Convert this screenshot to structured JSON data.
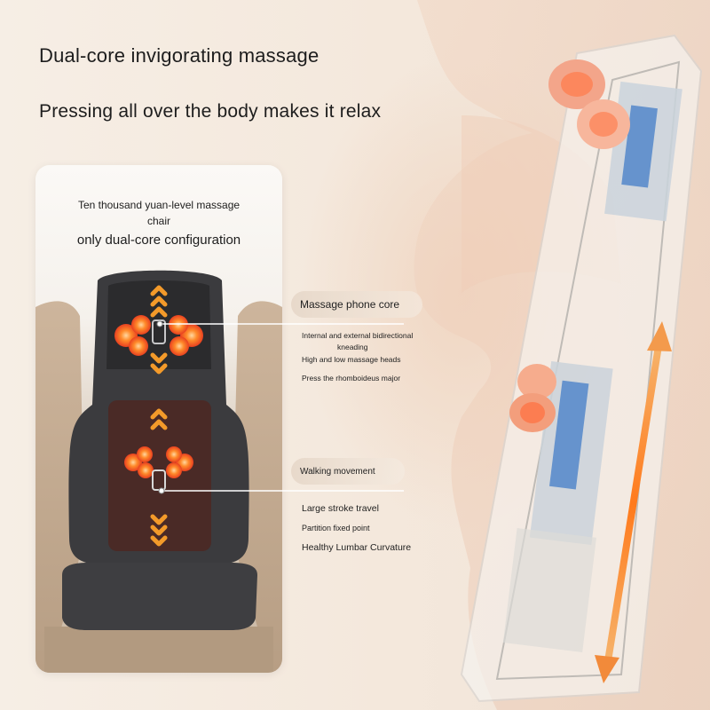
{
  "headline": {
    "line1": "Dual-core invigorating massage",
    "line2": "Pressing all over the body makes it relax"
  },
  "card": {
    "line1": "Ten thousand yuan-level massage chair",
    "line2": "only dual-core configuration"
  },
  "callouts": {
    "upper": {
      "title": "Massage phone core",
      "notes": [
        "Internal and external bidirectional",
        "kneading",
        "High and low massage heads",
        "Press the rhomboideus major"
      ]
    },
    "lower": {
      "title": "Walking movement",
      "notes": [
        "Large stroke travel",
        "Partition fixed point",
        "Healthy Lumbar Curvature"
      ]
    }
  },
  "colors": {
    "accent_orange": "#f07a2a",
    "heat_red": "#e8442a",
    "cushion_dark": "#3a3a3c"
  },
  "icons": [
    "chevron-up-icon",
    "chevron-down-icon",
    "double-arrow-icon"
  ]
}
